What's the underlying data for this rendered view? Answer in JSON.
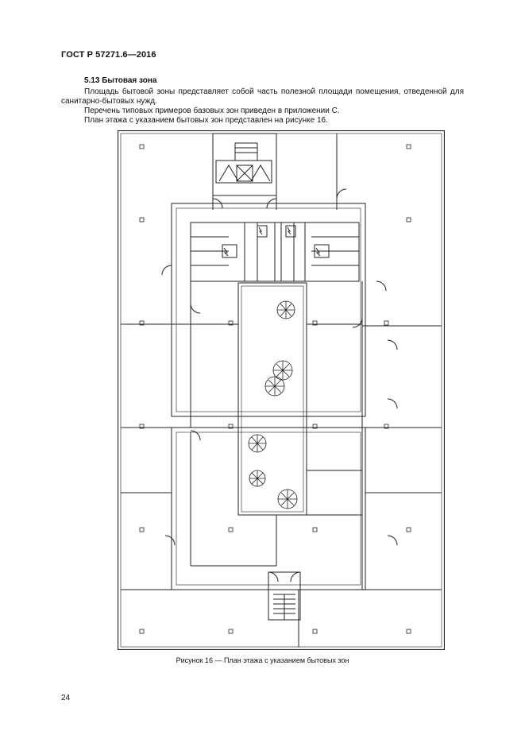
{
  "header": {
    "standard": "ГОСТ Р 57271.6—2016"
  },
  "section": {
    "number": "5.13",
    "title": "5.13 Бытовая зона",
    "paragraphs": [
      "Площадь бытовой зоны представляет собой часть полезной площади помещения, отведенной для санитарно-бытовых нужд.",
      "Перечень типовых примеров базовых зон приведен в приложении С.",
      "План этажа с указанием бытовых зон представлен на рисунке 16."
    ]
  },
  "figure": {
    "caption": "Рисунок 16 — План этажа с указанием бытовых зон"
  },
  "footer": {
    "page_number": "24"
  }
}
